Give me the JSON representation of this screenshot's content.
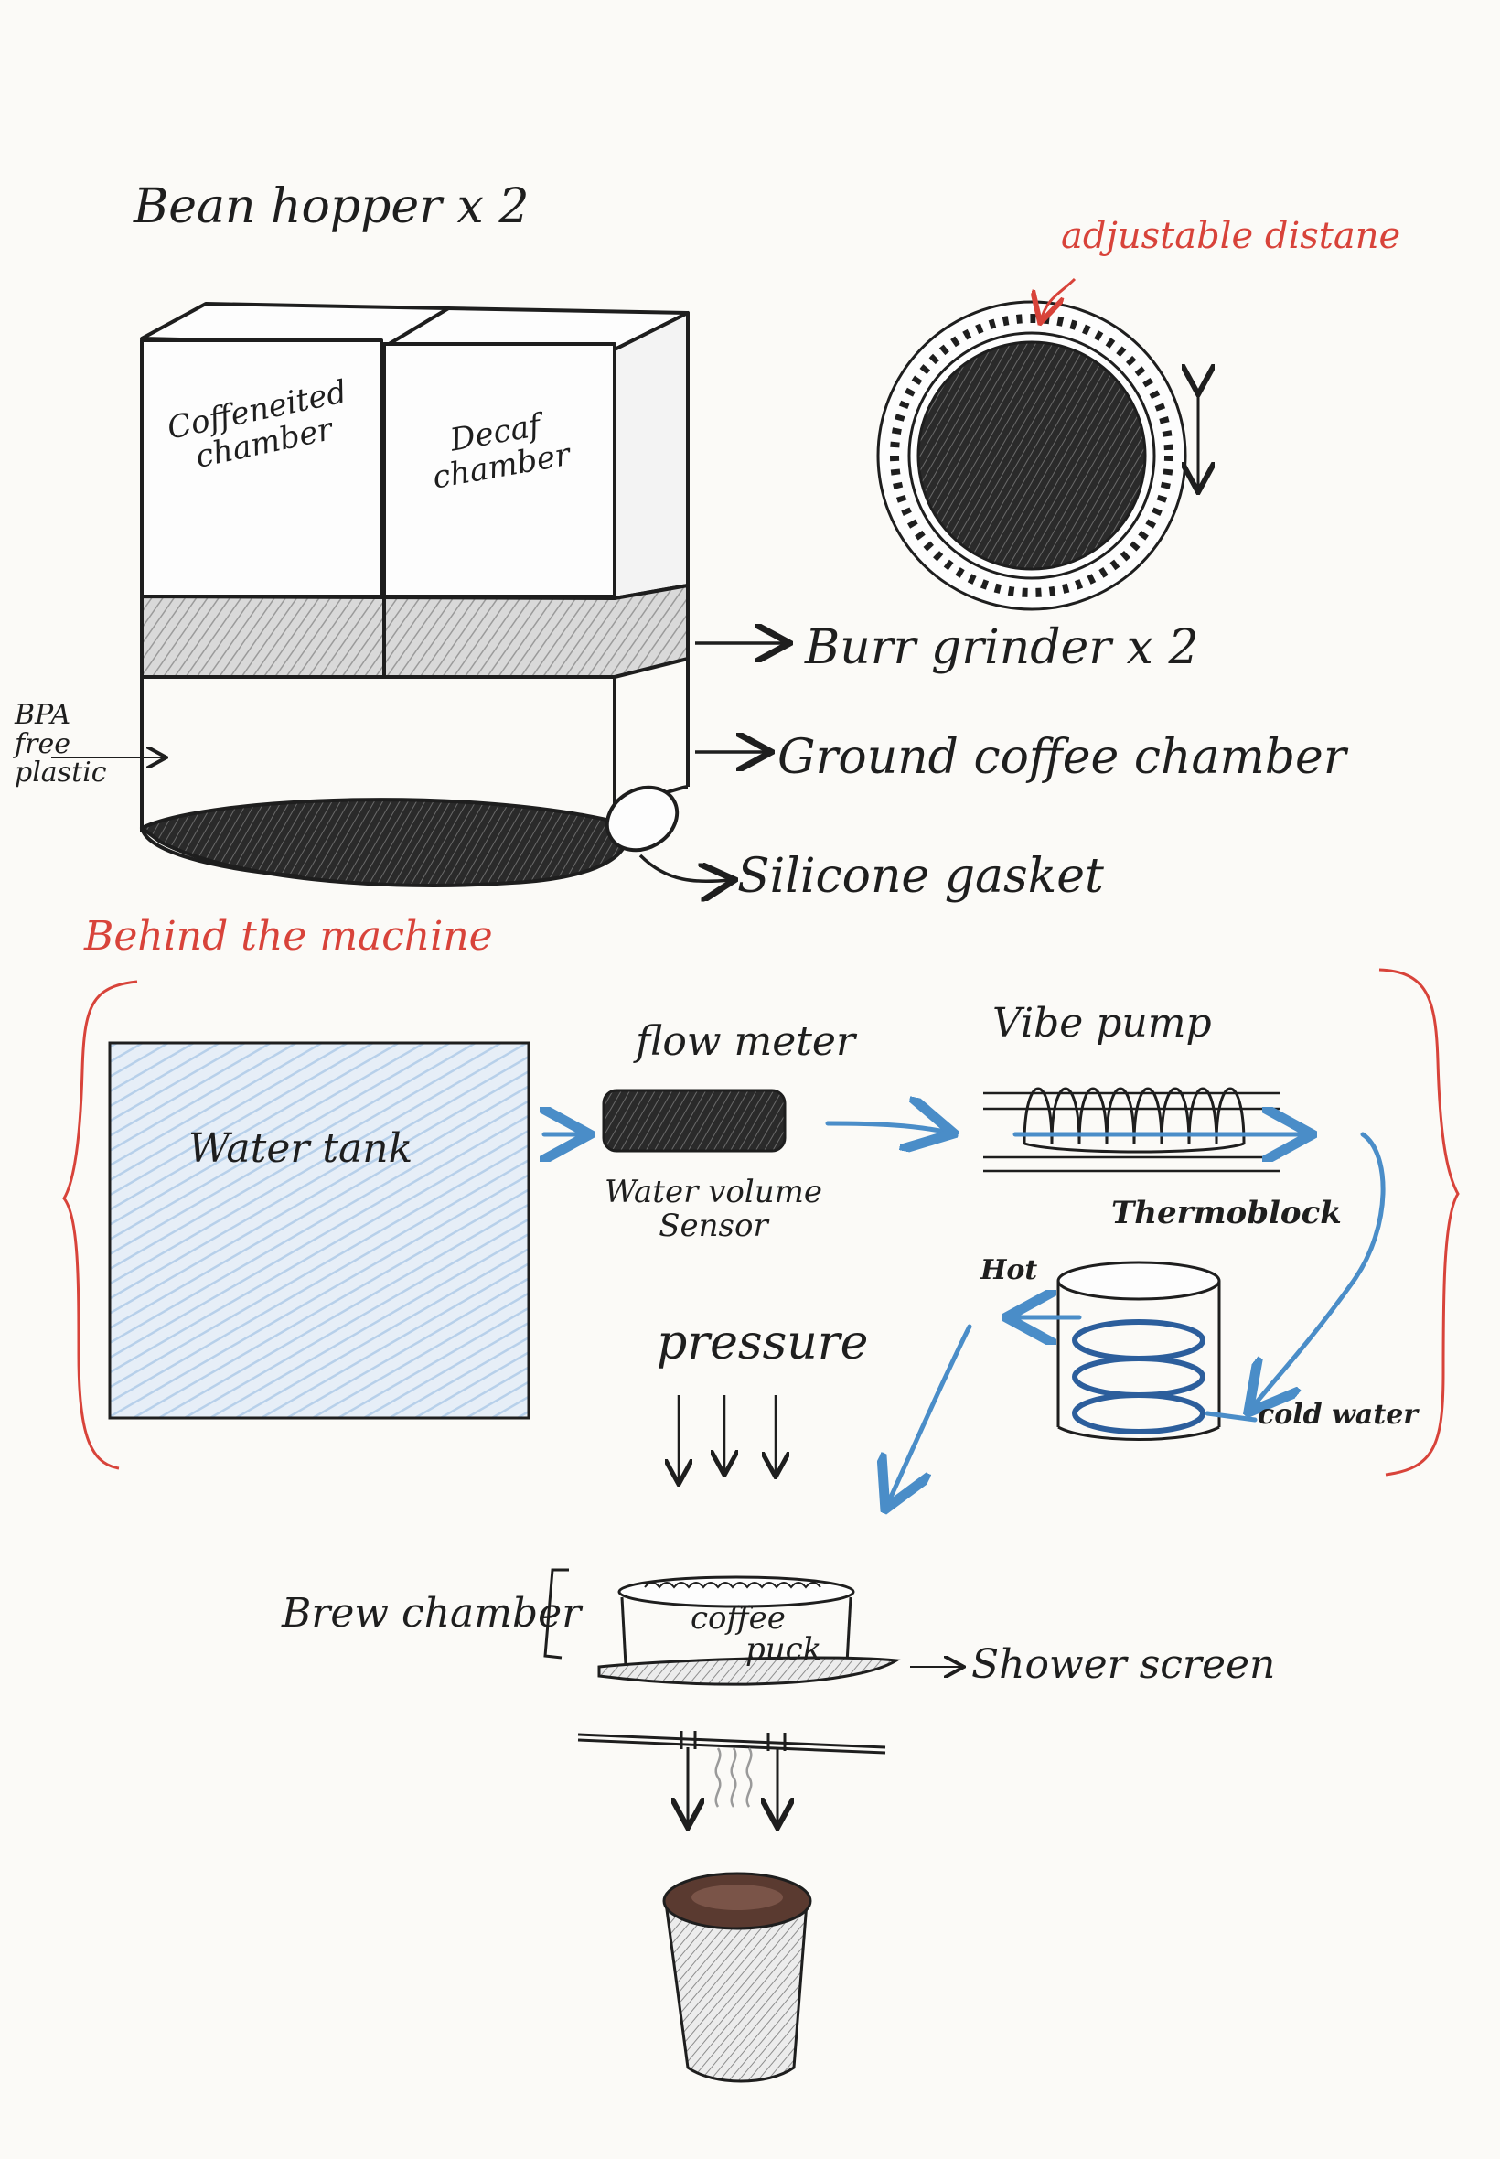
{
  "hopper": {
    "title": "Bean hopper x 2",
    "chamber_left": [
      "Coffeneited",
      "chamber"
    ],
    "chamber_right": [
      "Decaf",
      "chamber"
    ]
  },
  "grinder_detail": {
    "label": "adjustable distane"
  },
  "callouts": {
    "burr": "Burr grinder x 2",
    "ground": "Ground coffee chamber",
    "gasket": "Silicone gasket",
    "bpa": [
      "BPA",
      "free",
      "plastic"
    ]
  },
  "behind": {
    "title": "Behind the machine",
    "water_tank": "Water tank",
    "flow_meter": "flow meter",
    "sensor": [
      "Water volume",
      "Sensor"
    ],
    "vibe_pump": "Vibe pump",
    "thermoblock": "Thermoblock",
    "hot": "Hot",
    "cold": "cold water",
    "pressure": "pressure"
  },
  "brew": {
    "chamber": "Brew chamber",
    "puck": [
      "coffee",
      "puck"
    ],
    "shower": "Shower screen"
  },
  "colors": {
    "ink": "#1e1e1e",
    "red": "#d8433a",
    "blue": "#4a8dc8",
    "water": "#c9dcee",
    "grey": "#d6d6d6",
    "coffee": "#5a3a30"
  }
}
